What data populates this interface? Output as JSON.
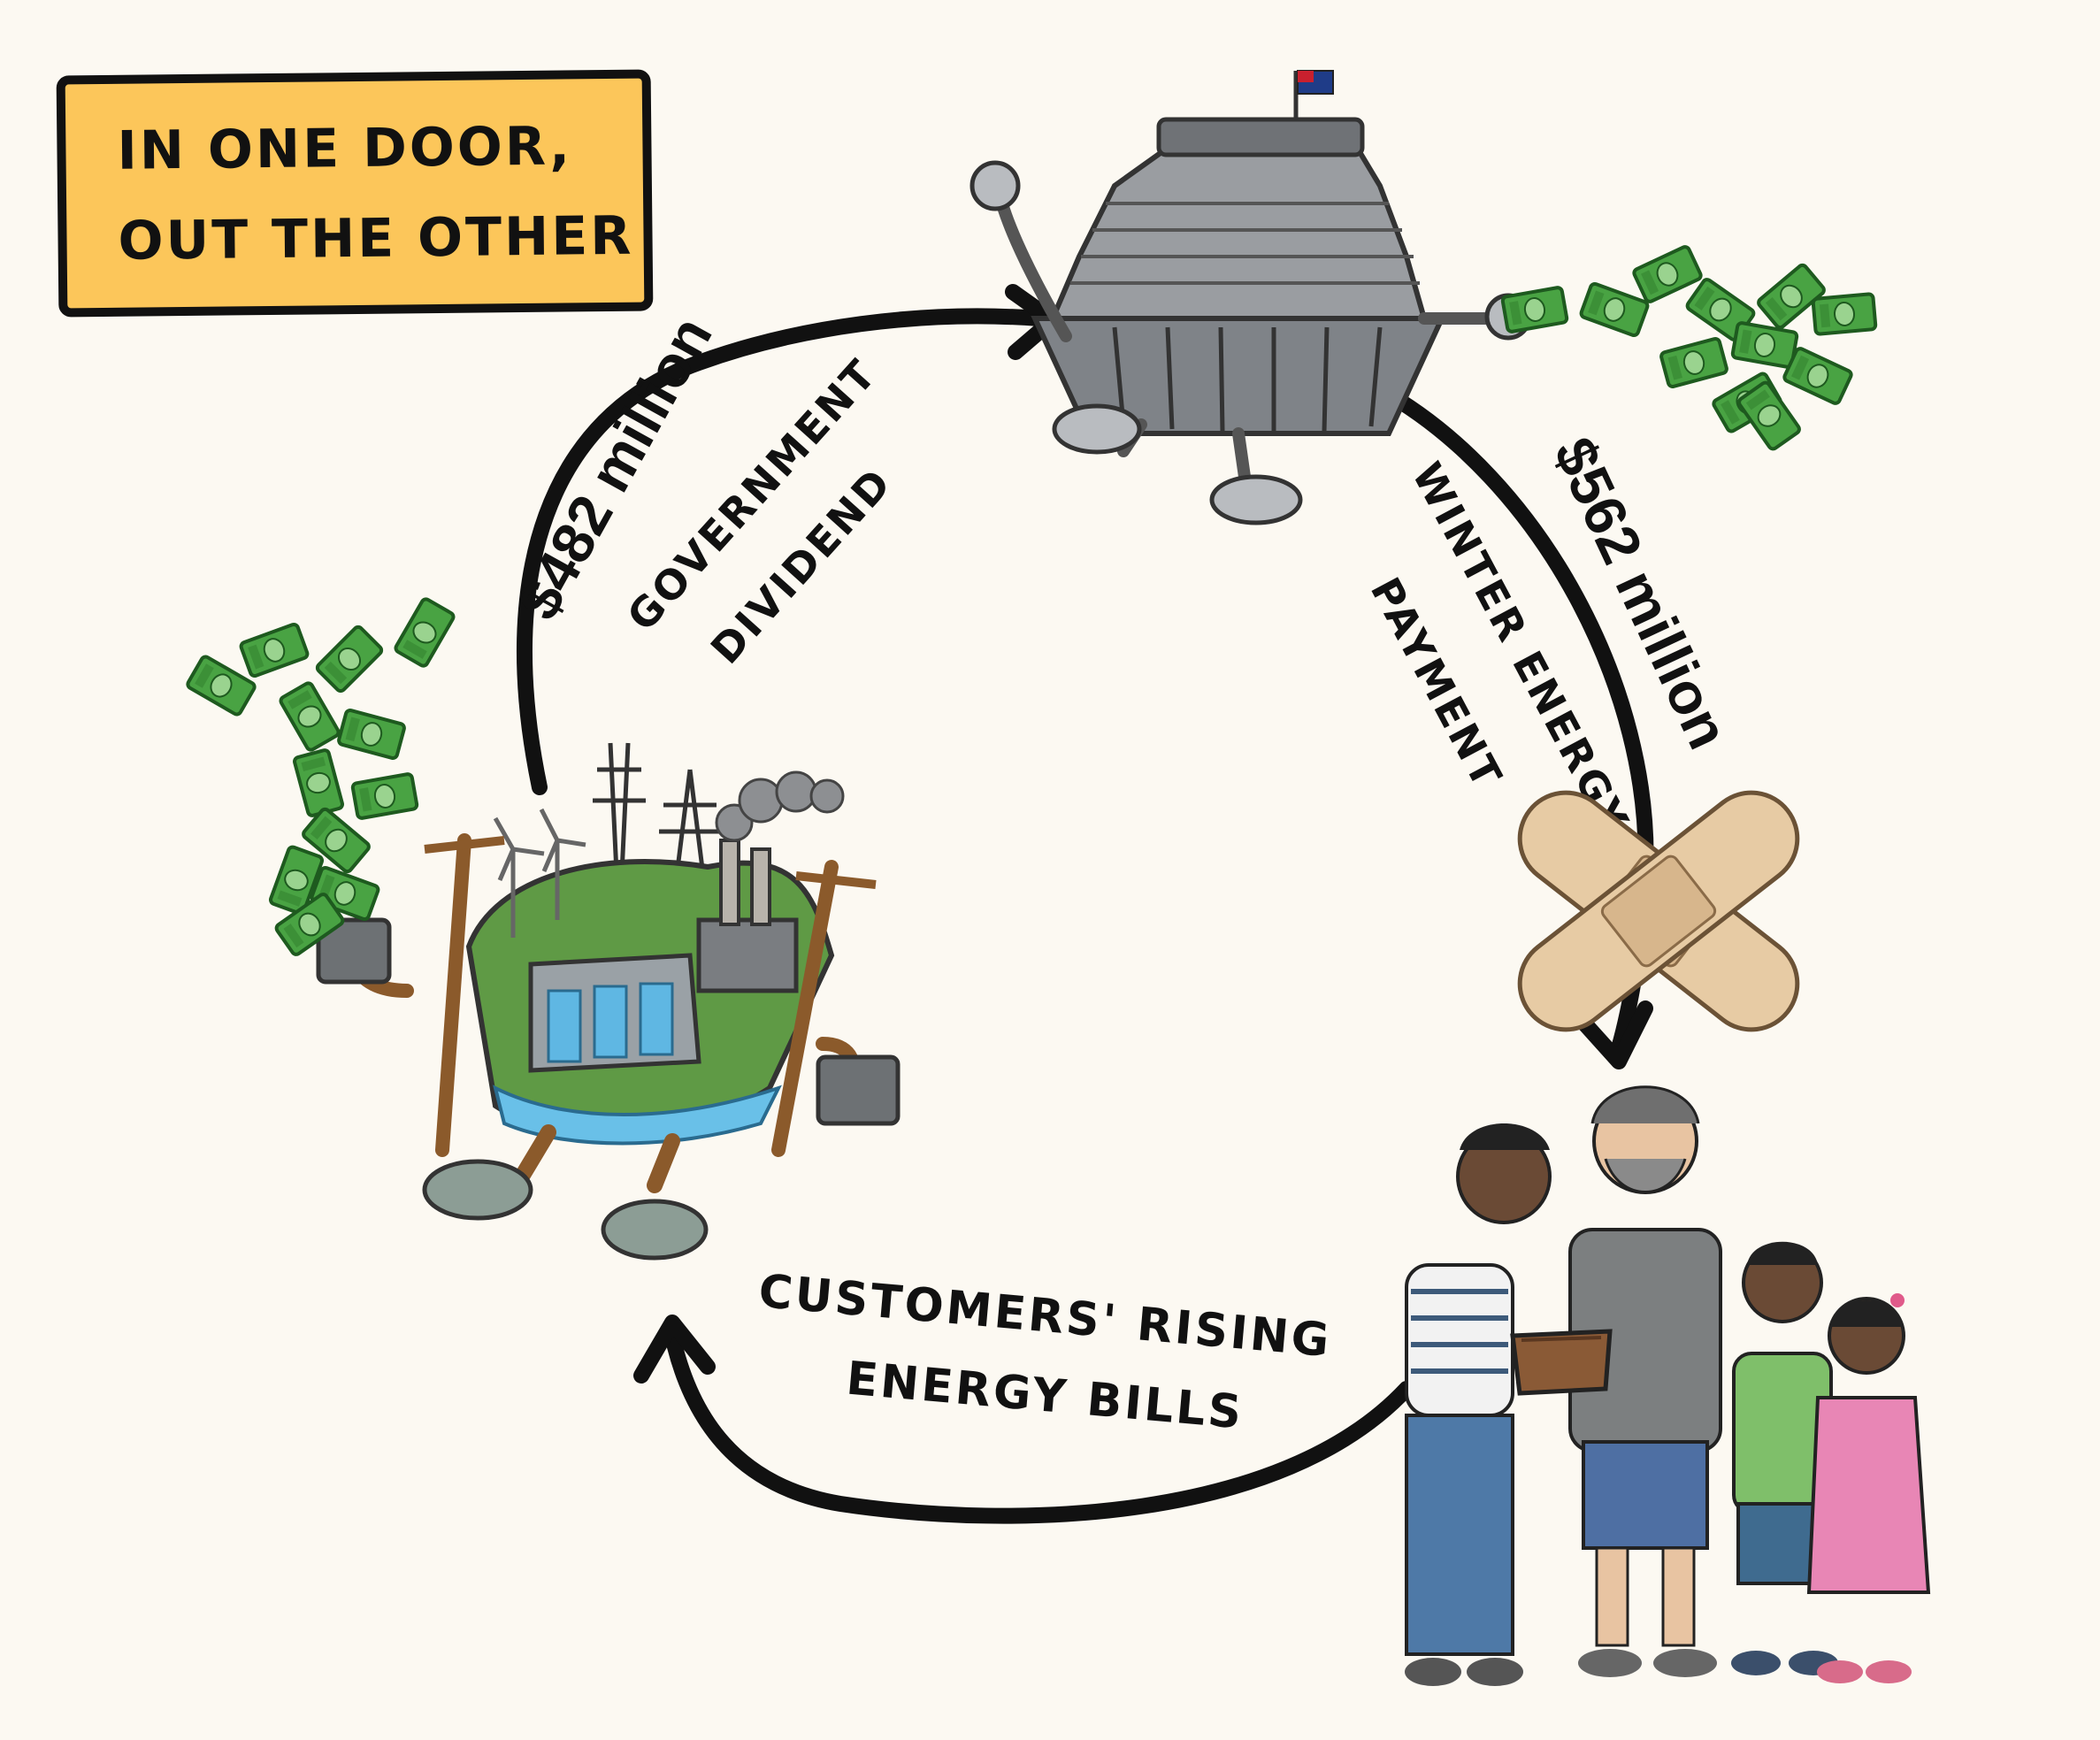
{
  "title": {
    "line1": "IN ONE DOOR,",
    "line2": "OUT THE OTHER"
  },
  "flows": {
    "dividend": {
      "amount": "$482 million",
      "label_line1": "GOVERNMENT",
      "label_line2": "DIVIDEND"
    },
    "winter": {
      "amount": "$562 million",
      "label_line1": "WINTER ENERGY",
      "label_line2": "PAYMENT"
    },
    "bills": {
      "label_line1": "CUSTOMERS' RISING",
      "label_line2": "ENERGY BILLS"
    }
  },
  "nodes": {
    "power_company": "power-company-character",
    "government": "beehive-parliament-character",
    "family": "family-with-empty-wallet"
  },
  "colors": {
    "background": "#fcf9f2",
    "title_box": "#fcc65a",
    "money": "#3f9a3a",
    "arrow": "#111111"
  }
}
